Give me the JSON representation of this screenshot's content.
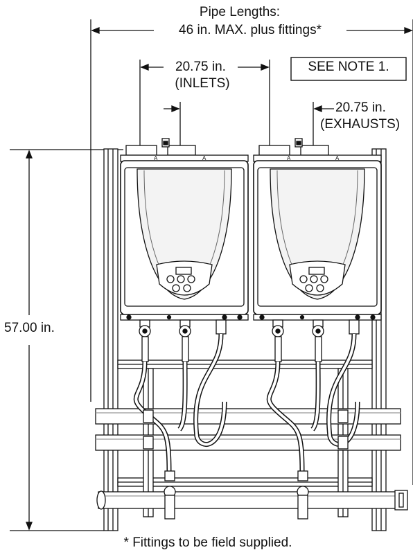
{
  "labels": {
    "pipe_lengths_title": "Pipe Lengths:",
    "pipe_lengths_value": "46 in. MAX. plus fittings*",
    "inlets_dim": "20.75 in.",
    "inlets_tag": "(INLETS)",
    "exhausts_dim": "20.75 in.",
    "exhausts_tag": "(EXHAUSTS)",
    "note_box": "SEE NOTE 1.",
    "height_dim": "57.00 in.",
    "footnote": "* Fittings to be field supplied."
  },
  "unit_letters": [
    "A",
    "A",
    "A",
    "A"
  ],
  "colors": {
    "line": "#111111",
    "fill": "#ffffff",
    "shade": "#e9e9e9"
  }
}
